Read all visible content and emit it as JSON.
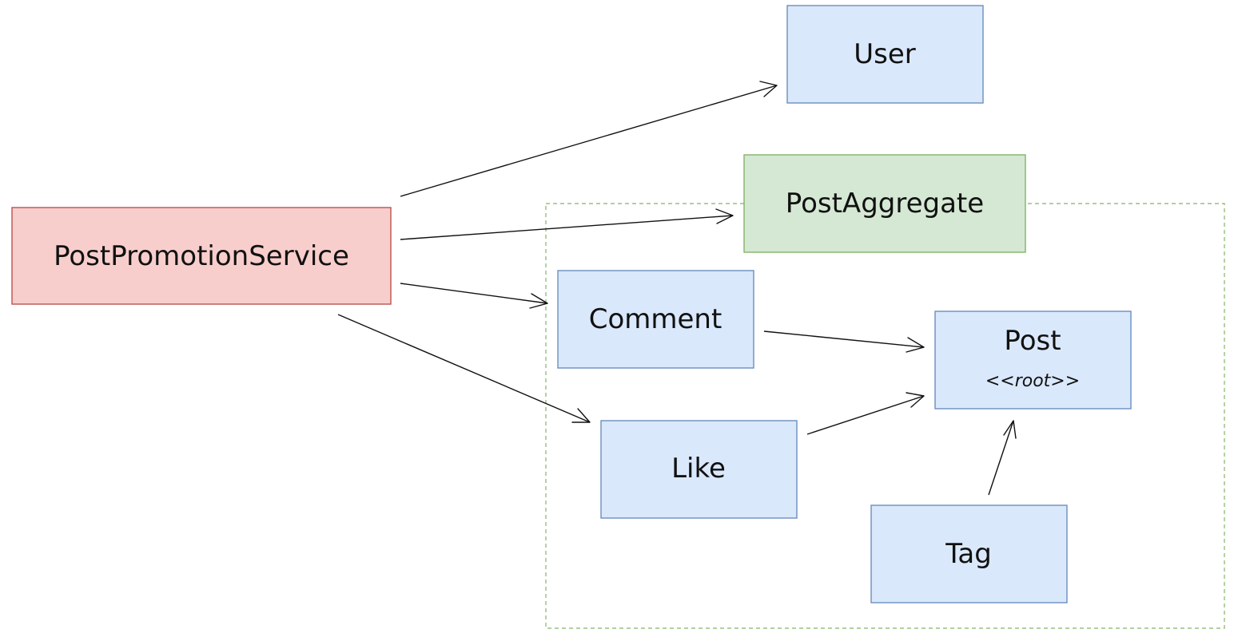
{
  "colors": {
    "service_fill": "#f8cecc",
    "service_stroke": "#b85450",
    "aggregate_fill": "#d5e8d4",
    "aggregate_stroke": "#82b366",
    "entity_fill": "#dae8fc",
    "entity_stroke": "#6c8ebf",
    "boundary_stroke": "#82b366"
  },
  "nodes": {
    "service": {
      "label": "PostPromotionService"
    },
    "user": {
      "label": "User"
    },
    "aggregate": {
      "label": "PostAggregate"
    },
    "comment": {
      "label": "Comment"
    },
    "like": {
      "label": "Like"
    },
    "post": {
      "label": "Post",
      "stereotype": "<<root>>"
    },
    "tag": {
      "label": "Tag"
    }
  },
  "edges": [
    {
      "from": "PostPromotionService",
      "to": "User"
    },
    {
      "from": "PostPromotionService",
      "to": "PostAggregate"
    },
    {
      "from": "PostPromotionService",
      "to": "Comment"
    },
    {
      "from": "PostPromotionService",
      "to": "Like"
    },
    {
      "from": "Comment",
      "to": "Post"
    },
    {
      "from": "Like",
      "to": "Post"
    },
    {
      "from": "Tag",
      "to": "Post"
    }
  ]
}
